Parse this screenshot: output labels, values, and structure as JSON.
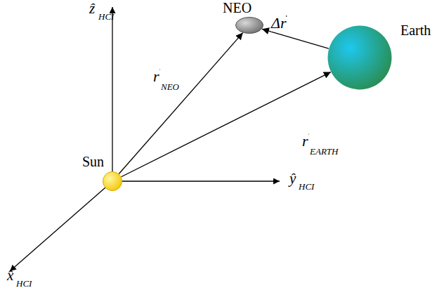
{
  "diagram": {
    "nodes": [
      {
        "text": [
          "Sun"
        ]
      },
      {
        "text": [
          "NEO"
        ]
      },
      {
        "text": [
          "Earth"
        ]
      }
    ],
    "edges": [
      {
        "from": 0,
        "to": 1,
        "arrow": "to",
        "label": "r"
      },
      {
        "from": 2,
        "to": 1,
        "arrow": "to",
        "label": "Δr"
      },
      {
        "from": 0,
        "to": 2,
        "arrow": "to",
        "label": "r"
      }
    ],
    "labels": [
      "NEO",
      "EARTH",
      "ẑ",
      "HCI",
      "ŷ",
      "HCI",
      "x̂",
      "HCI"
    ]
  }
}
